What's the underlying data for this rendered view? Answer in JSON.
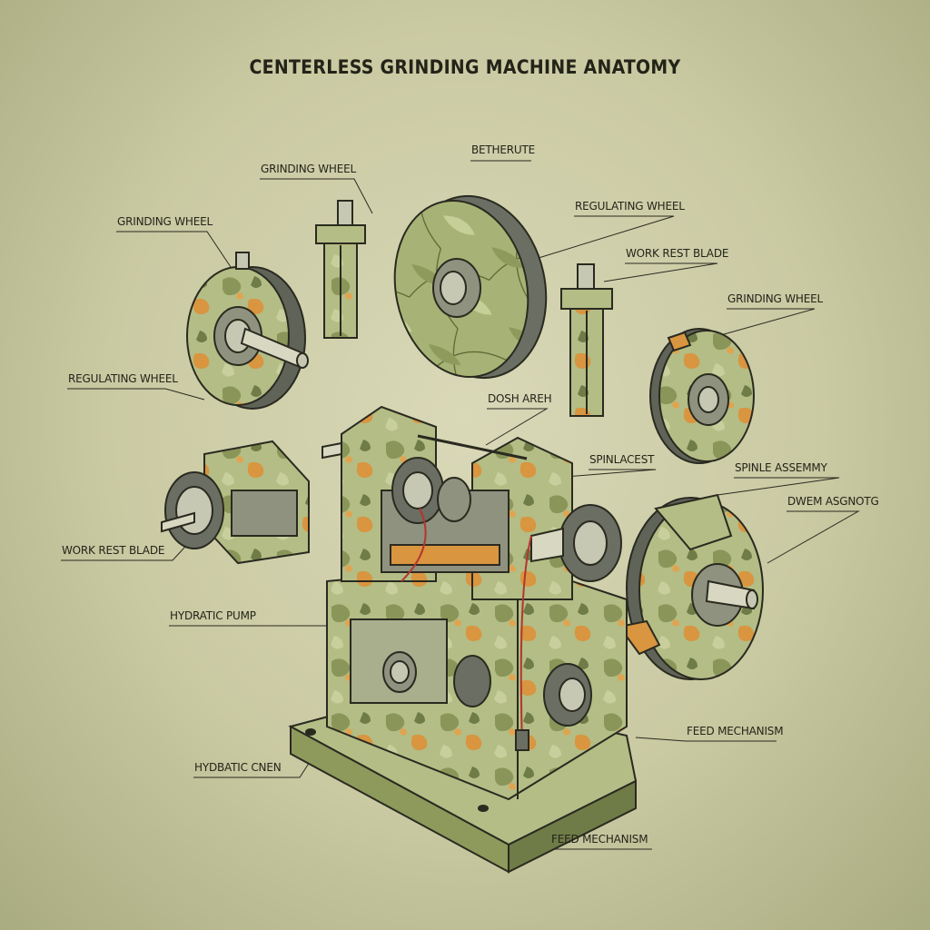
{
  "title": "CENTERLESS GRINDING MACHINE ANATOMY",
  "labels": {
    "betherute": "BETHERUTE",
    "grinding_wheel_top": "GRINDING WHEEL",
    "grinding_wheel_left": "GRINDING WHEEL",
    "regulating_wheel_top": "REGULATING WHEEL",
    "work_rest_blade_top": "WORK REST BLADE",
    "grinding_wheel_right": "GRINDING WHEEL",
    "regulating_wheel_left": "REGULATING WHEEL",
    "dosh_areh": "DOSH AREH",
    "spinlacest": "SPINLACEST",
    "spinle_assemmy": "SPINLE ASSEMMY",
    "dwem_asgnotg": "DWEM ASGNOTG",
    "work_rest_blade_left": "WORK REST BLADE",
    "hydratic_pump": "HYDRATIC PUMP",
    "feed_mechanism_right": "FEED MECHANISM",
    "hydbatic_cnen": "HYDBATIC CNEN",
    "feed_mechanism_bottom": "FEED MECHANISM"
  },
  "colors": {
    "background": "#cfcfad",
    "ink": "#24241a",
    "olive": "#8f9a5c",
    "sage": "#b9c08e",
    "orange": "#d9953f",
    "steel": "#6a6e63",
    "wire": "#b3362e"
  }
}
